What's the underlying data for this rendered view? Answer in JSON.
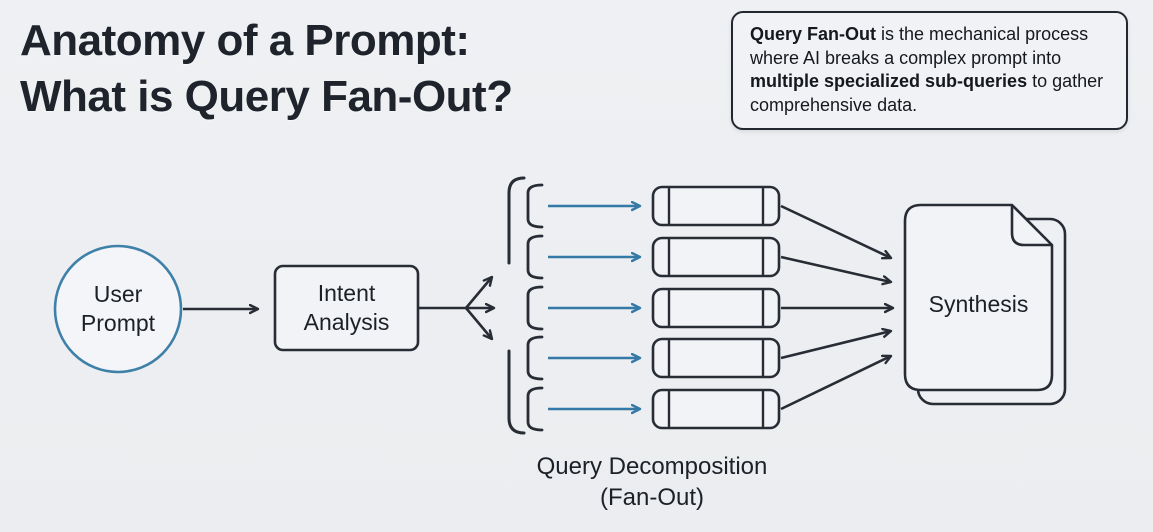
{
  "header": {
    "title_line1": "Anatomy of a Prompt:",
    "title_line2": "What is Query Fan-Out?"
  },
  "info_box": {
    "segments": [
      {
        "text": "Query Fan-Out",
        "bold": true
      },
      {
        "text": " is the mechanical process where AI breaks a complex prompt into ",
        "bold": false
      },
      {
        "text": "multiple specialized sub-queries",
        "bold": true
      },
      {
        "text": " to gather comprehensive data.",
        "bold": false
      }
    ]
  },
  "diagram": {
    "nodes": {
      "user_prompt": {
        "line1": "User",
        "line2": "Prompt",
        "shape": "circle"
      },
      "intent_analysis": {
        "line1": "Intent",
        "line2": "Analysis",
        "shape": "rounded-rect"
      },
      "synthesis": {
        "label": "Synthesis",
        "shape": "stacked-document"
      }
    },
    "subqueries": {
      "count": 5,
      "shape": "pill-with-end-caps"
    },
    "caption_line1": "Query Decomposition",
    "caption_line2": "(Fan-Out)",
    "flow": [
      "User Prompt",
      "Intent Analysis",
      "Query Decomposition (Fan-Out)",
      "Synthesis"
    ],
    "colors": {
      "background": "#EDEEF1",
      "ink": "#272C35",
      "accent_blue_arrow": "#3579A6",
      "accent_blue_circle": "#3E80A8",
      "shape_fill": "#F2F3F6"
    }
  }
}
